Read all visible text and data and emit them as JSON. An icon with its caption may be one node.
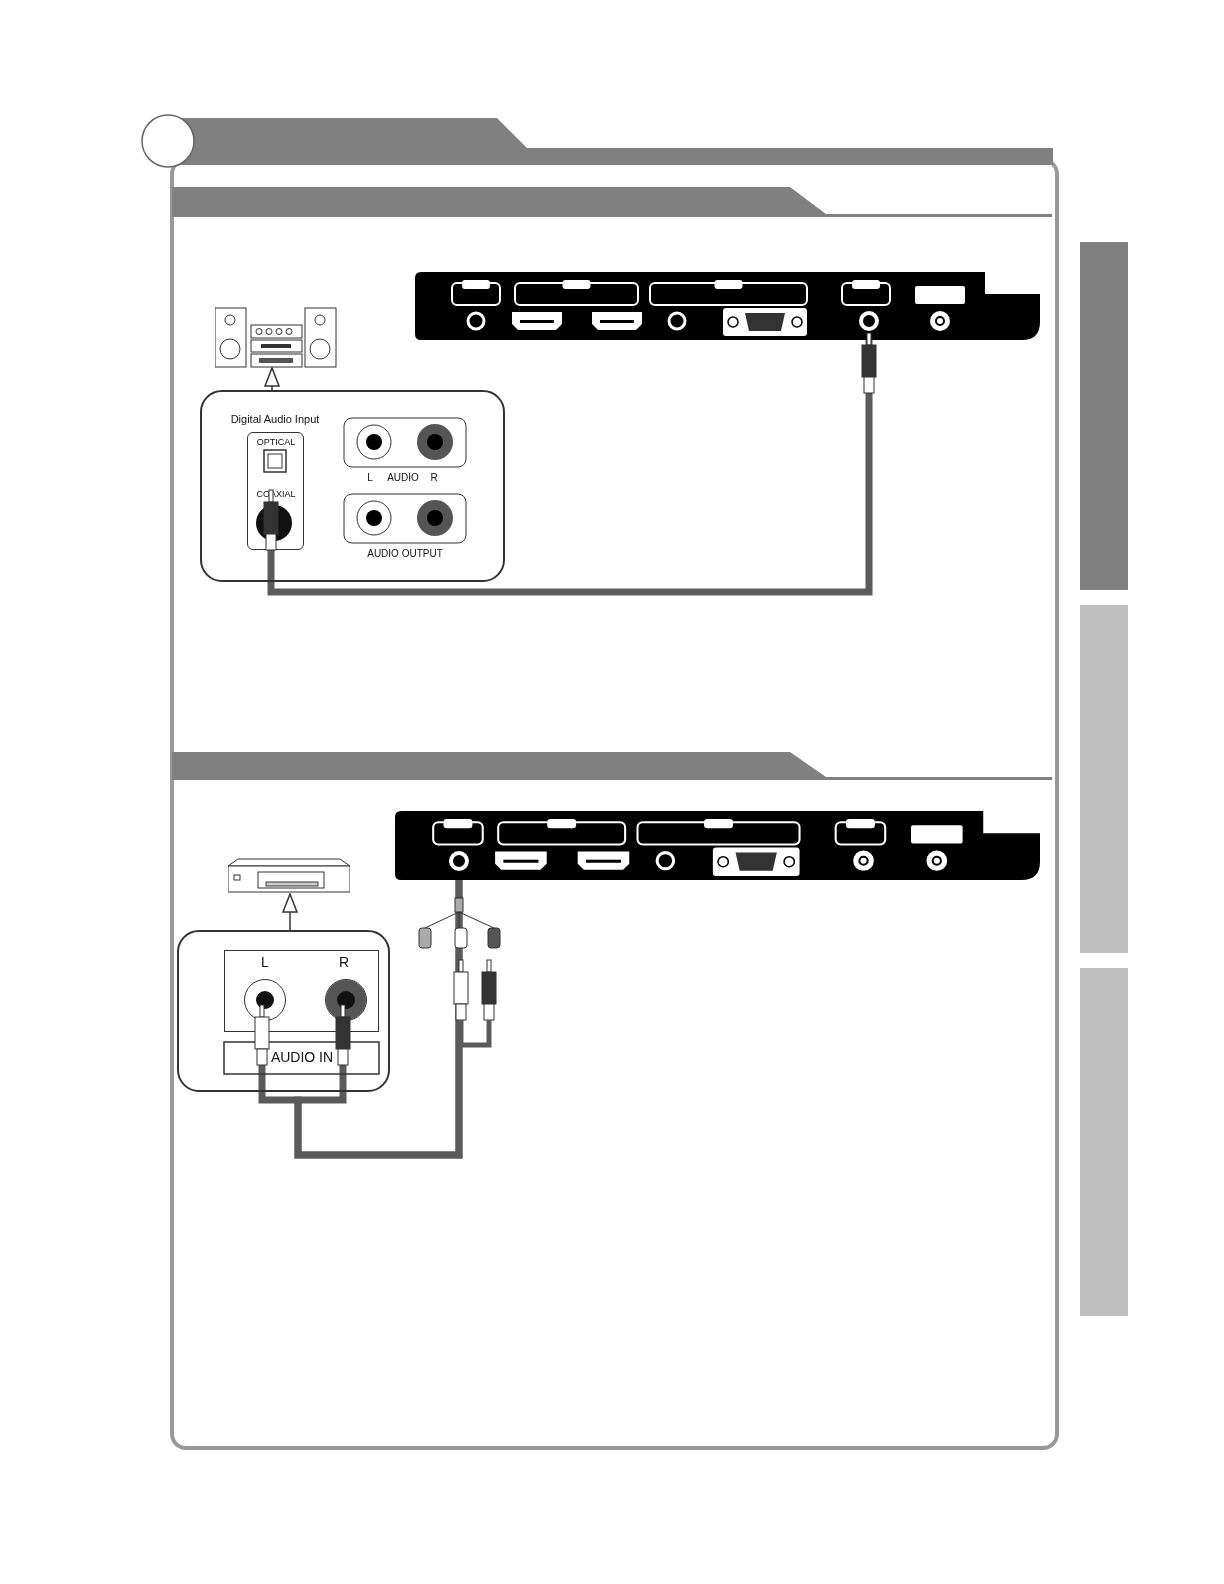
{
  "diagram": {
    "nodes": [
      {
        "text": [],
        "shape": "picture"
      },
      {
        "text": [],
        "shape": "circle",
        "in": 0
      },
      {
        "text": [],
        "shape": "picture"
      },
      {
        "text": [
          "Digital Audio Input"
        ]
      },
      {
        "text": [
          "OPTICAL",
          "COAXIAL"
        ],
        "in": 3
      },
      {
        "text": [],
        "shape": "circle",
        "in": 4
      },
      {
        "text": [
          "L",
          "AUDIO",
          "R"
        ],
        "in": 3
      },
      {
        "text": [
          "AUDIO OUTPUT"
        ],
        "in": 3
      },
      {
        "text": [],
        "shape": "picture"
      },
      {
        "text": [],
        "shape": "circle",
        "in": 8
      },
      {
        "text": [],
        "shape": "picture"
      },
      {
        "text": [],
        "shape": "box"
      },
      {
        "text": [
          "L",
          "R"
        ],
        "in": 11
      },
      {
        "text": [
          "AUDIO IN"
        ],
        "in": 11
      },
      {
        "text": [],
        "shape": "circle",
        "in": 12
      },
      {
        "text": [],
        "shape": "circle",
        "in": 12
      }
    ],
    "edges": [
      {
        "from": 3,
        "to": 2,
        "arrow": "to"
      },
      {
        "from": 1,
        "to": 5,
        "arrow": "none"
      },
      {
        "from": 11,
        "to": 10,
        "arrow": "to"
      },
      {
        "from": 9,
        "to": 14,
        "arrow": "none"
      },
      {
        "from": 9,
        "to": 15,
        "arrow": "none"
      }
    ]
  }
}
